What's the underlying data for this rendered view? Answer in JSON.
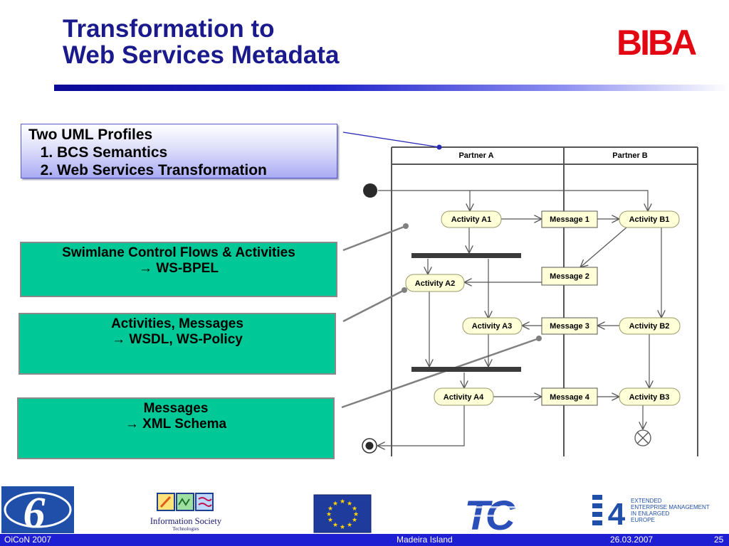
{
  "slide": {
    "title_line1": "Transformation to",
    "title_line2": "Web Services Metadata",
    "logo": "BIBA"
  },
  "callouts": {
    "profiles": {
      "heading": "Two UML Profiles",
      "items": [
        "BCS Semantics",
        "Web Services Transformation"
      ]
    },
    "swimlane": {
      "line1": "Swimlane Control Flows & Activities",
      "line2": "→ WS-BPEL"
    },
    "activities": {
      "line1": "Activities, Messages",
      "line2": "→ WSDL, WS-Policy"
    },
    "messages": {
      "line1": "Messages",
      "line2": "→ XML Schema"
    }
  },
  "diagram": {
    "lanes": [
      "Partner A",
      "Partner B"
    ],
    "nodes": {
      "activity_a1": "Activity A1",
      "activity_a2": "Activity A2",
      "activity_a3": "Activity A3",
      "activity_a4": "Activity A4",
      "activity_b1": "Activity B1",
      "activity_b2": "Activity B2",
      "activity_b3": "Activity B3",
      "message_1": "Message 1",
      "message_2": "Message 2",
      "message_3": "Message 3",
      "message_4": "Message 4"
    }
  },
  "sponsors": {
    "ist_line1": "Information Society",
    "ist_line2": "Technologies",
    "e4_lines": [
      "EXTENDED",
      "ENTERPRISE MANAGEMENT",
      "IN ENLARGED",
      "EUROPE"
    ]
  },
  "footer": {
    "left": "OiCoN 2007",
    "center": "Madeira Island",
    "date": "26.03.2007",
    "page": "25"
  },
  "colors": {
    "title": "#1a1a8c",
    "accent_blue": "#1e1ed2",
    "callout_green": "#00c896",
    "logo_red": "#e30613",
    "activity_fill": "#ffffd8"
  }
}
